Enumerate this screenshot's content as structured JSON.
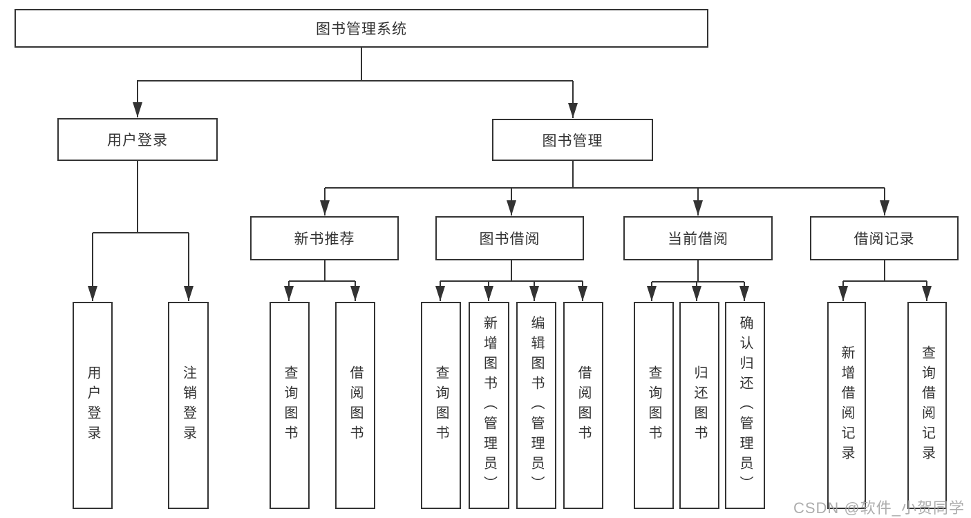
{
  "title": "图书管理系统",
  "colors": {
    "line": "#333333",
    "border": "#333333",
    "text": "#333333",
    "background": "#ffffff",
    "watermark": "#a2a2a2"
  },
  "tree": {
    "label": "图书管理系统",
    "children": [
      {
        "label": "用户登录",
        "children": [
          {
            "label": "用户登录"
          },
          {
            "label": "注销登录"
          }
        ]
      },
      {
        "label": "图书管理",
        "children": [
          {
            "label": "新书推荐",
            "children": [
              {
                "label": "查询图书"
              },
              {
                "label": "借阅图书"
              }
            ]
          },
          {
            "label": "图书借阅",
            "children": [
              {
                "label": "查询图书"
              },
              {
                "label": "新增图书（管理员）"
              },
              {
                "label": "编辑图书（管理员）"
              },
              {
                "label": "借阅图书"
              }
            ]
          },
          {
            "label": "当前借阅",
            "children": [
              {
                "label": "查询图书"
              },
              {
                "label": "归还图书"
              },
              {
                "label": "确认归还（管理员）"
              }
            ]
          },
          {
            "label": "借阅记录",
            "children": [
              {
                "label": "新增借阅记录"
              },
              {
                "label": "查询借阅记录"
              }
            ]
          }
        ]
      }
    ]
  },
  "watermark": {
    "text": "CSDN @软件_小贺同学"
  }
}
